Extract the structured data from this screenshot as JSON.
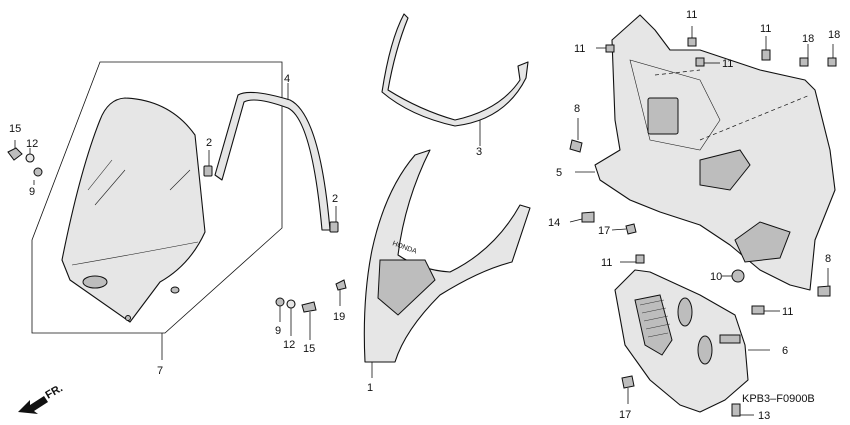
{
  "diagram_code": "KPB3–F0900B",
  "direction_label": "FR.",
  "part_labels": {
    "p1": "1",
    "p2a": "2",
    "p2b": "2",
    "p3": "3",
    "p4": "4",
    "p5": "5",
    "p6": "6",
    "p7": "7",
    "p8a": "8",
    "p8b": "8",
    "p9a": "9",
    "p9b": "9",
    "p10": "10",
    "p11a": "11",
    "p11b": "11",
    "p11c": "11",
    "p11d": "11",
    "p11e": "11",
    "p11f": "11",
    "p12a": "12",
    "p12b": "12",
    "p13": "13",
    "p14": "14",
    "p15a": "15",
    "p15b": "15",
    "p17a": "17",
    "p17b": "17",
    "p18a": "18",
    "p18b": "18",
    "p19": "19"
  },
  "brand_text": "HONDA"
}
